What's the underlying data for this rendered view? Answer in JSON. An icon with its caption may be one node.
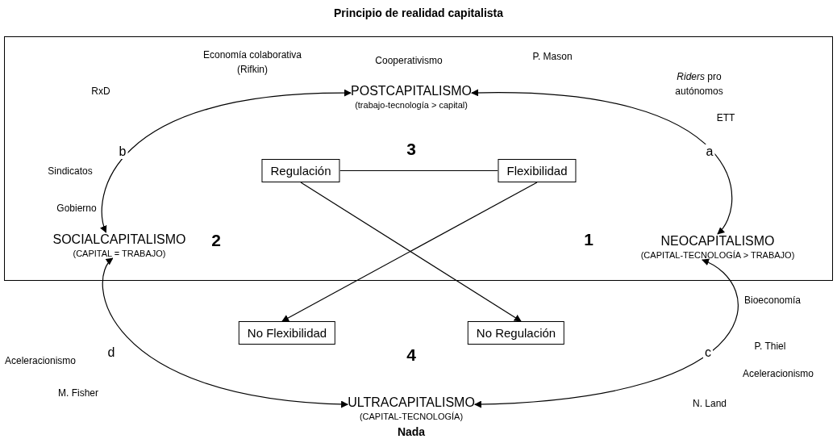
{
  "diagram": {
    "nodes": [
      {
        "text": [
          "Principio de realidad capitalista"
        ]
      },
      {
        "text": [
          "POSTCAPITALISMO",
          "(trabajo-tecnología > capital)"
        ],
        "in": 0
      },
      {
        "text": [
          "SOCIALCAPITALISMO",
          "(CAPITAL = TRABAJO)"
        ],
        "in": 0
      },
      {
        "text": [
          "NEOCAPITALISMO",
          "(CAPITAL-TECNOLOGÍA > TRABAJO)"
        ],
        "in": 0
      },
      {
        "text": [
          "Regulación"
        ],
        "in": 0
      },
      {
        "text": [
          "Flexibilidad"
        ],
        "in": 0
      },
      {
        "text": [
          "No Flexibilidad"
        ]
      },
      {
        "text": [
          "No Regulación"
        ]
      },
      {
        "text": [
          "ULTRACAPITALISMO",
          "(CAPITAL-TECNOLOGÍA)"
        ]
      }
    ],
    "edges": [
      {
        "from": 1,
        "to": 3,
        "arrow": "both",
        "label": "a"
      },
      {
        "from": 1,
        "to": 2,
        "arrow": "both",
        "label": "b"
      },
      {
        "from": 4,
        "to": 5,
        "arrow": "none"
      },
      {
        "from": 4,
        "to": 7,
        "arrow": "to"
      },
      {
        "from": 5,
        "to": 6,
        "arrow": "to"
      },
      {
        "from": 3,
        "to": 8,
        "arrow": "both",
        "label": "c"
      },
      {
        "from": 2,
        "to": 8,
        "arrow": "both",
        "label": "d"
      }
    ],
    "labels": [
      "Economía colaborativa (Rifkin)",
      "Cooperativismo",
      "P. Mason",
      "*Riders* pro autónomos",
      "RxD",
      "ETT",
      "Sindicatos",
      "Gobierno",
      "3",
      "2",
      "1",
      "Bioeconomía",
      "Aceleracionismo",
      "4",
      "P. Thiel",
      "Aceleracionismo",
      "M. Fisher",
      "N. Land",
      "Nada"
    ]
  }
}
